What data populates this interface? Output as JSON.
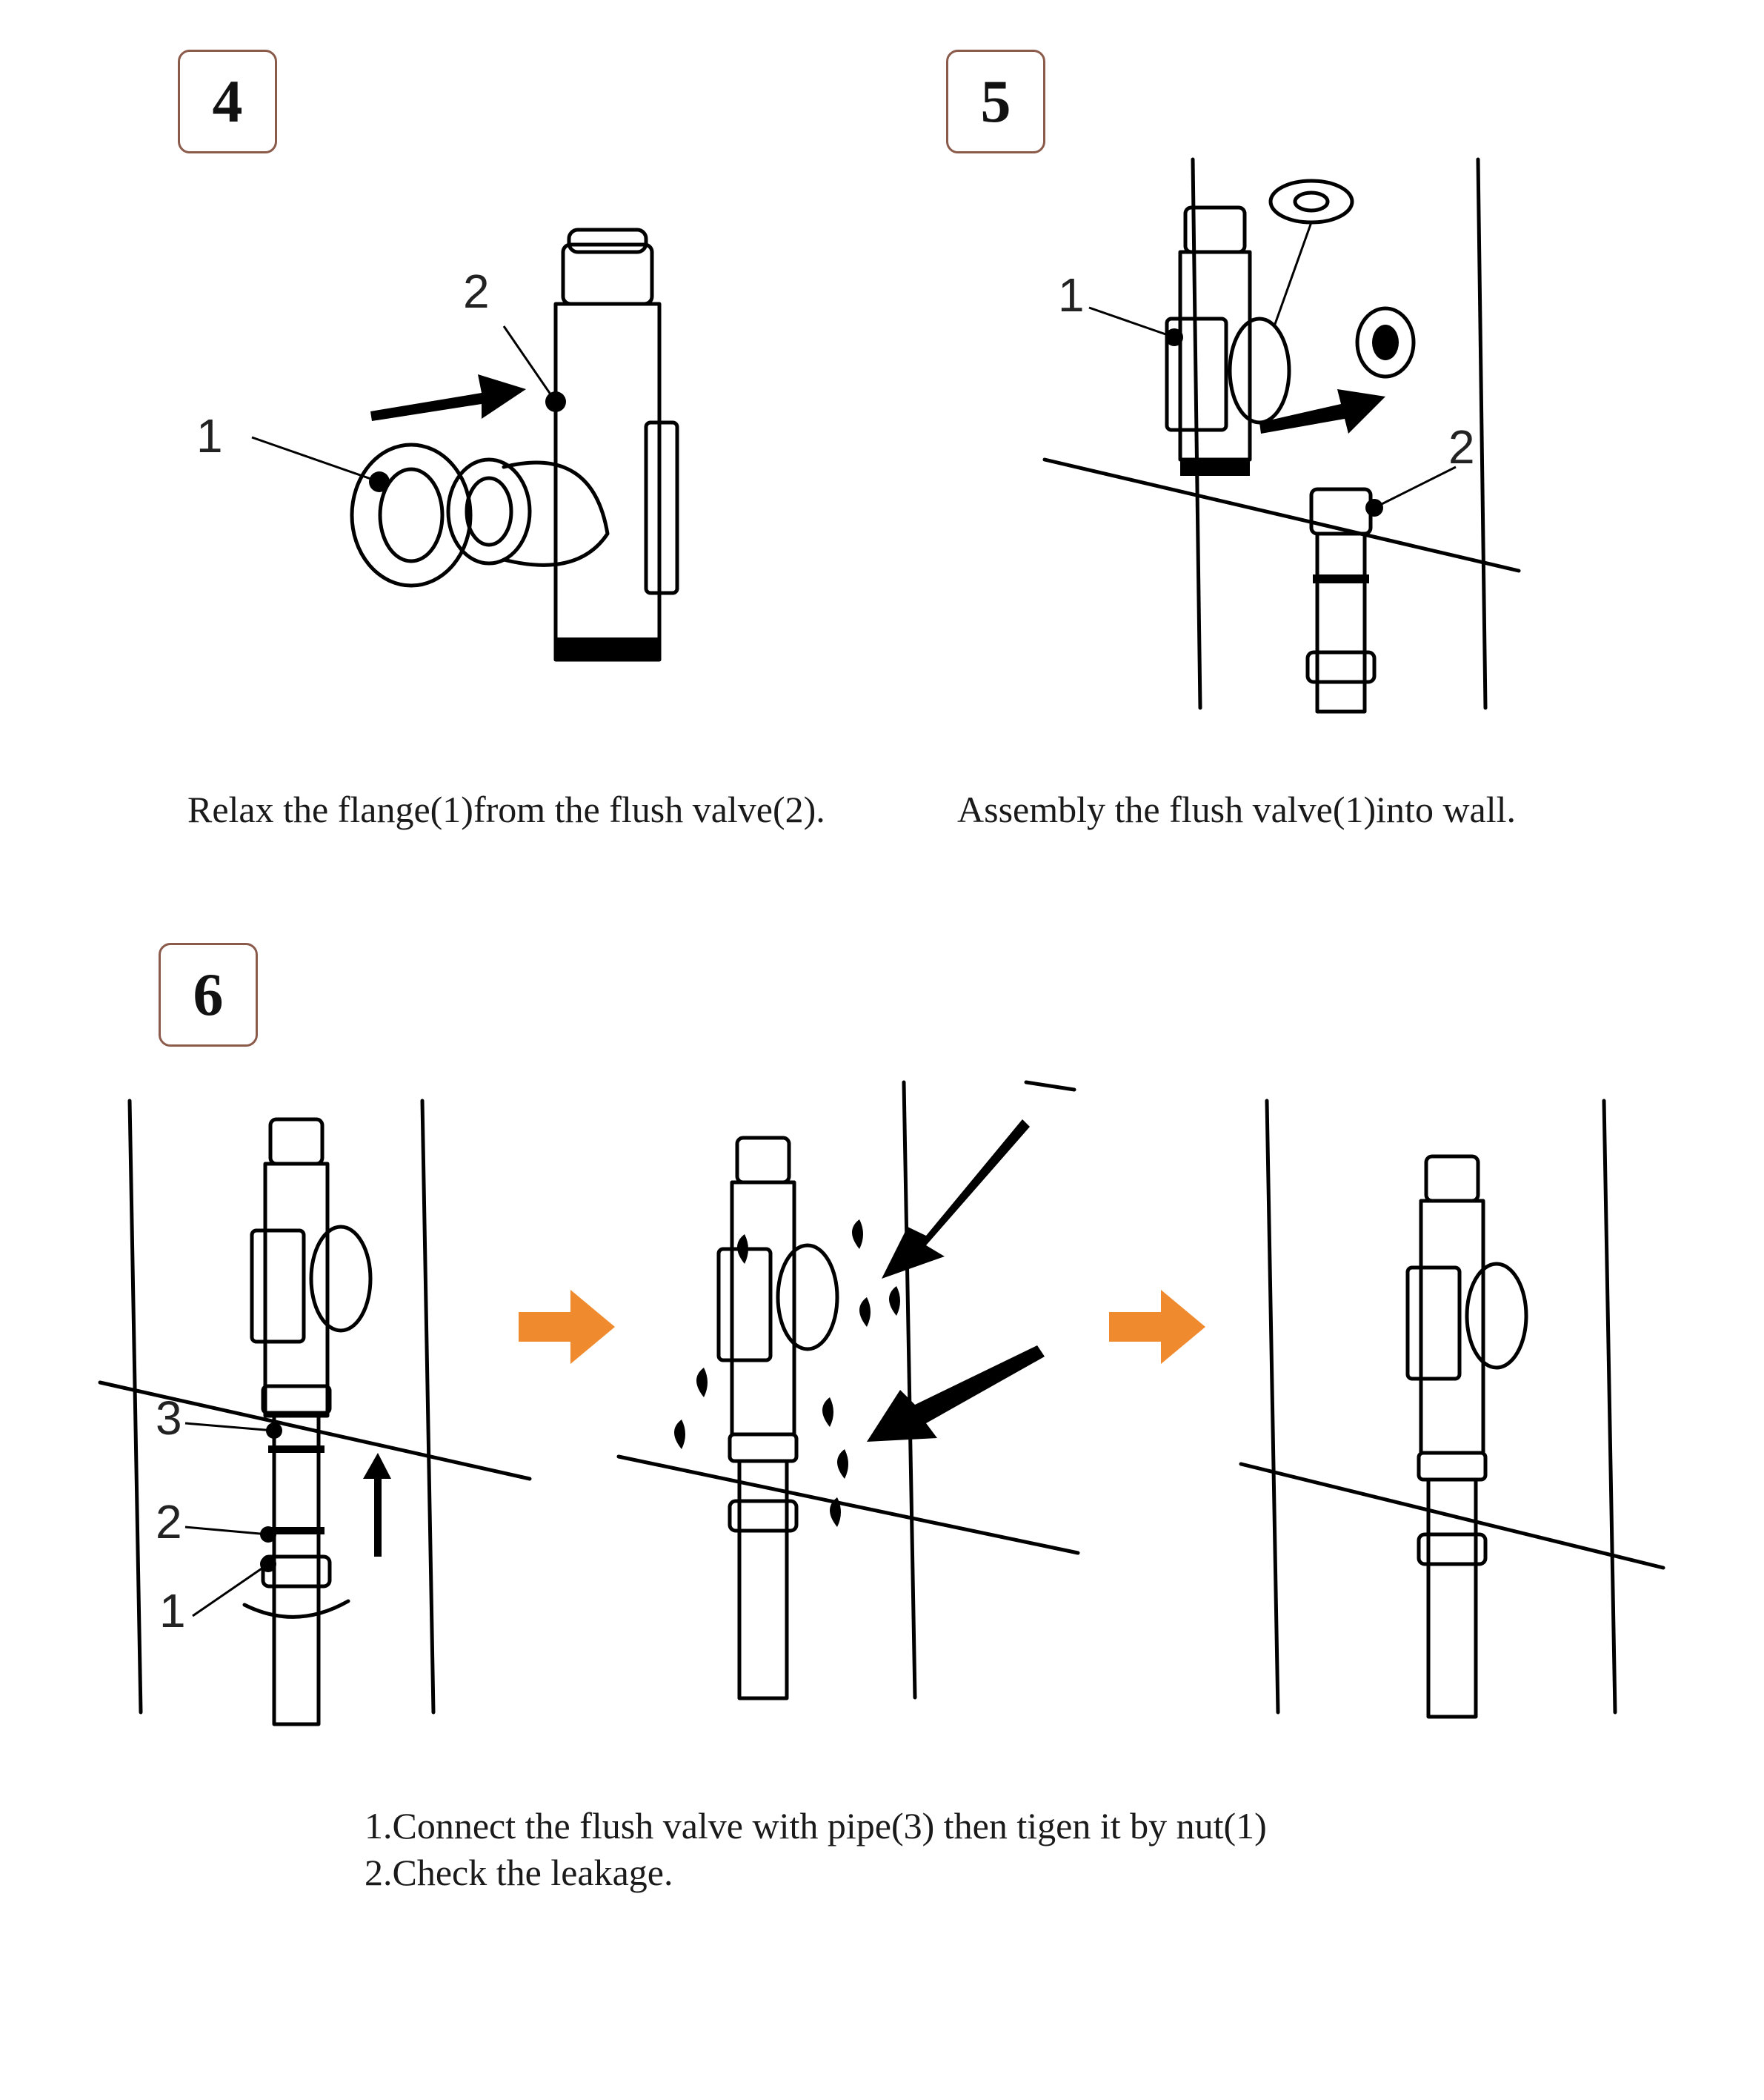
{
  "steps": [
    {
      "number": "4",
      "caption": "Relax the flange(1)from the flush valve(2)."
    },
    {
      "number": "5",
      "caption": "Assembly the flush valve(1)into wall."
    },
    {
      "number": "6",
      "instructions": [
        "1.Connect the flush valve with pipe(3) then tigen it by nut(1)",
        "2.Check the leakage."
      ]
    }
  ],
  "callouts": {
    "step4": [
      "1",
      "2"
    ],
    "step5": [
      "1",
      "2"
    ],
    "step6": [
      "3",
      "2",
      "1"
    ]
  },
  "colors": {
    "accent_arrow": "#f08a2e",
    "badge_border": "#8a5a4a"
  },
  "icons": [
    "right-arrow-icon",
    "up-arrow-icon",
    "water-drop-icon"
  ]
}
